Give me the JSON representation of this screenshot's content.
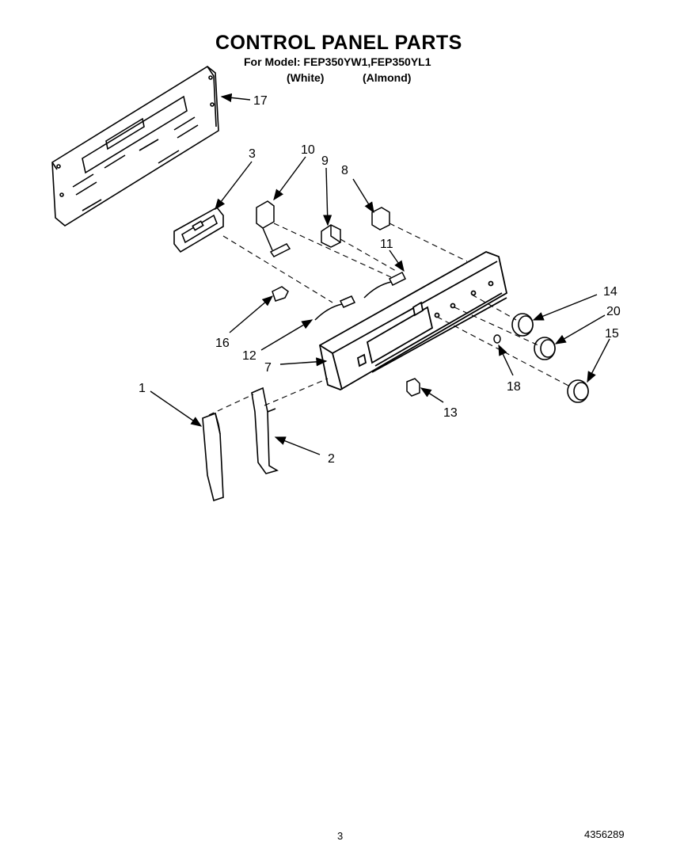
{
  "header": {
    "title": "CONTROL PANEL PARTS",
    "model_line": "For Model: FEP350YW1,FEP350YL1",
    "variants": [
      "(White)",
      "(Almond)"
    ]
  },
  "callouts": [
    {
      "id": "c17",
      "label": "17"
    },
    {
      "id": "c3",
      "label": "3"
    },
    {
      "id": "c10",
      "label": "10"
    },
    {
      "id": "c9",
      "label": "9"
    },
    {
      "id": "c8",
      "label": "8"
    },
    {
      "id": "c11",
      "label": "11"
    },
    {
      "id": "c14",
      "label": "14"
    },
    {
      "id": "c20",
      "label": "20"
    },
    {
      "id": "c15",
      "label": "15"
    },
    {
      "id": "c16",
      "label": "16"
    },
    {
      "id": "c12",
      "label": "12"
    },
    {
      "id": "c7",
      "label": "7"
    },
    {
      "id": "c18",
      "label": "18"
    },
    {
      "id": "c13",
      "label": "13"
    },
    {
      "id": "c1",
      "label": "1"
    },
    {
      "id": "c2",
      "label": "2"
    }
  ],
  "footer": {
    "page_number": "3",
    "document_number": "4356289"
  }
}
